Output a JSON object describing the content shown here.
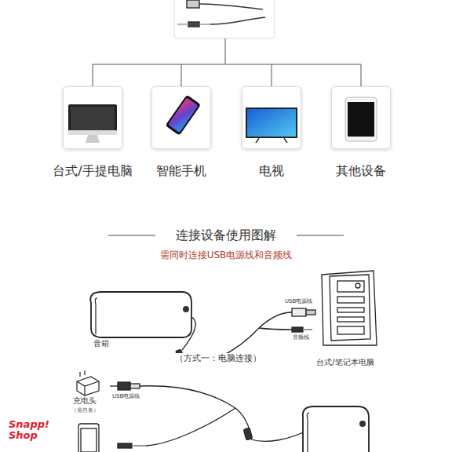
{
  "diagram": {
    "title": "连接设备使用图解",
    "nodes": [
      {
        "text": [
          "台式/手提电脑"
        ]
      },
      {
        "text": [
          "智能手机"
        ]
      },
      {
        "text": [
          "电视"
        ]
      },
      {
        "text": [
          "其他设备"
        ]
      }
    ],
    "labels": [
      "需同时连接USB电源线和音频线",
      "音箱",
      "USB电源线",
      "音频线",
      "（方式一：电脑连接）",
      "台式/笔记本电脑",
      "充电头",
      "（需自备）",
      "USB电源线",
      "Snapp! Shop"
    ]
  }
}
